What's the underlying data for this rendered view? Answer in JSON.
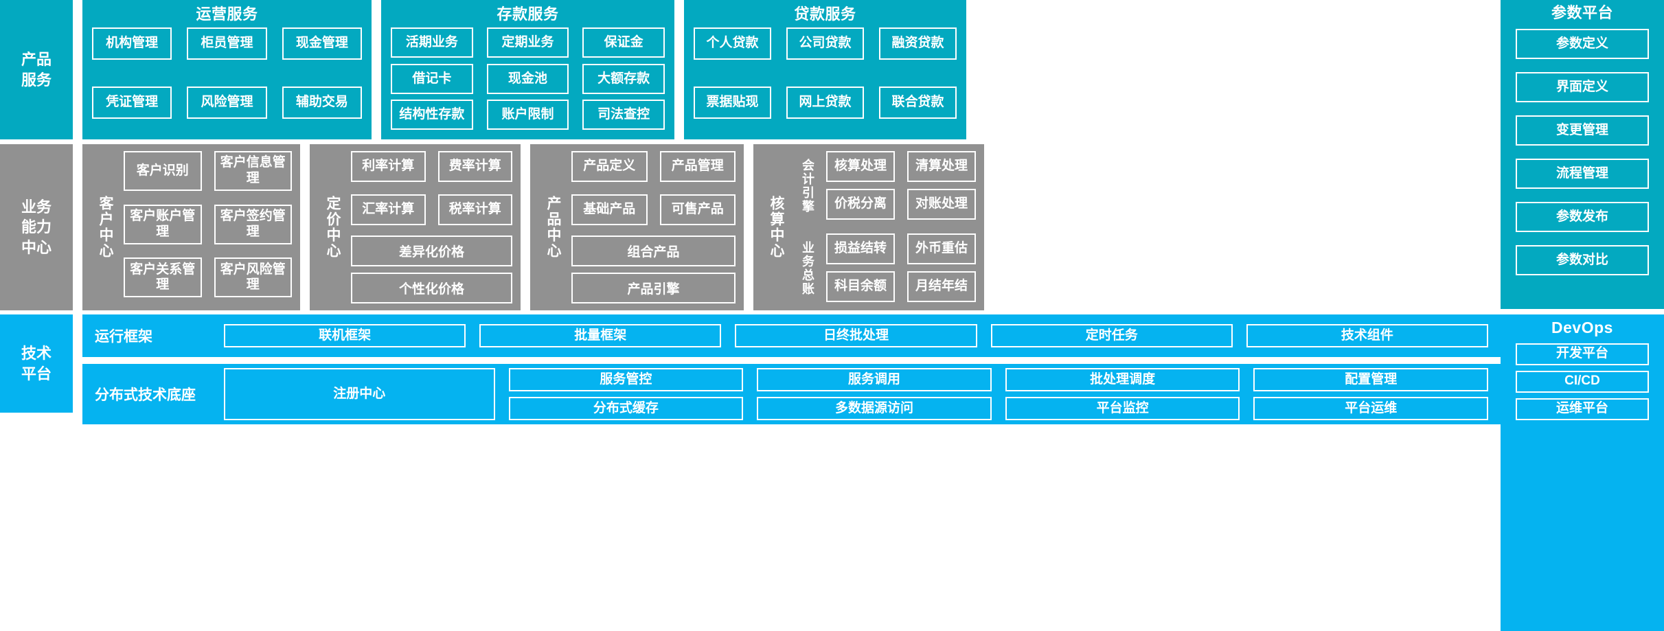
{
  "colors": {
    "teal": "#03a9c0",
    "gray": "#919191",
    "blue": "#05b3f0",
    "line": "#ffffff"
  },
  "rows": {
    "product_service": {
      "rail_label": "产品\n服务",
      "groups": [
        {
          "title": "运营服务",
          "boxes": [
            "机构管理",
            "柜员管理",
            "现金管理",
            "凭证管理",
            "风险管理",
            "辅助交易"
          ]
        },
        {
          "title": "存款服务",
          "boxes": [
            "活期业务",
            "定期业务",
            "保证金",
            "借记卡",
            "现金池",
            "大额存款",
            "结构性存款",
            "账户限制",
            "司法查控"
          ]
        },
        {
          "title": "贷款服务",
          "boxes": [
            "个人贷款",
            "公司贷款",
            "融资贷款",
            "票据贴现",
            "网上贷款",
            "联合贷款"
          ]
        }
      ]
    },
    "business_capability": {
      "rail_label": "业务\n能力\n中心",
      "groups": [
        {
          "vlabel": "客户中心",
          "boxes": [
            "客户识别",
            "客户信息管理",
            "客户账户管理",
            "客户签约管理",
            "客户关系管理",
            "客户风险管理"
          ]
        },
        {
          "vlabel": "定价中心",
          "boxes": [
            "利率计算",
            "费率计算",
            "汇率计算",
            "税率计算"
          ],
          "wide_boxes": [
            "差异化价格",
            "个性化价格"
          ]
        },
        {
          "vlabel": "产品中心",
          "boxes": [
            "产品定义",
            "产品管理",
            "基础产品",
            "可售产品"
          ],
          "wide_boxes": [
            "组合产品",
            "产品引擎"
          ]
        },
        {
          "vlabel": "核算中心",
          "sub_label_1": "会计引擎",
          "sub_boxes_1": [
            "核算处理",
            "清算处理",
            "价税分离",
            "对账处理"
          ],
          "sub_label_2": "业务总账",
          "sub_boxes_2": [
            "损益结转",
            "外币重估",
            "科目余额",
            "月结年结"
          ]
        }
      ]
    },
    "technology_platform": {
      "rail_label": "技术\n平台",
      "bands": [
        {
          "label": "运行框架",
          "boxes": [
            "联机框架",
            "批量框架",
            "日终批处理",
            "定时任务",
            "技术组件"
          ]
        },
        {
          "label": "分布式技术底座",
          "registry": "注册中心",
          "columns": [
            [
              "服务管控",
              "分布式缓存"
            ],
            [
              "服务调用",
              "多数据源访问"
            ],
            [
              "批处理调度",
              "平台监控"
            ],
            [
              "配置管理",
              "平台运维"
            ]
          ]
        }
      ]
    }
  },
  "param_platform": {
    "title": "参数平台",
    "items": [
      "参数定义",
      "界面定义",
      "变更管理",
      "流程管理",
      "参数发布",
      "参数对比"
    ]
  },
  "devops": {
    "title": "DevOps",
    "items": [
      "开发平台",
      "CI/CD",
      "运维平台"
    ]
  }
}
